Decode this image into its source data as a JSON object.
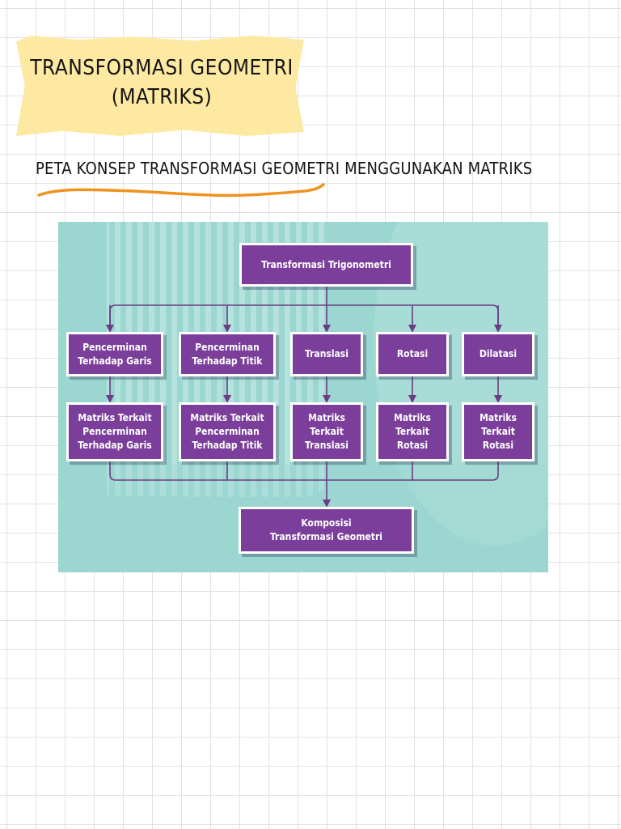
{
  "header": {
    "title_line1": "TRANSFORMASI GEOMETRI",
    "title_line2": "(MATRIKS)",
    "subtitle": "PETA KONSEP TRANSFORMASI GEOMETRI MENGGUNAKAN MATRIKS"
  },
  "diagram": {
    "root": "Transformasi Trigonometri",
    "categories": [
      "Pencerminan\nTerhadap Garis",
      "Pencerminan\nTerhadap Titik",
      "Translasi",
      "Rotasi",
      "Dilatasi"
    ],
    "matrices": [
      "Matriks Terkait\nPencerminan\nTerhadap Garis",
      "Matriks Terkait\nPencerminan\nTerhadap Titik",
      "Matriks\nTerkait\nTranslasi",
      "Matriks\nTerkait\nRotasi",
      "Matriks\nTerkait\nRotasi"
    ],
    "result": "Komposisi\nTransformasi Geometri"
  },
  "colors": {
    "panel": "#9bd6d0",
    "box": "#7b3f9b",
    "connector": "#6b3d86",
    "note": "#fde9a2",
    "underline": "#f0921e"
  }
}
